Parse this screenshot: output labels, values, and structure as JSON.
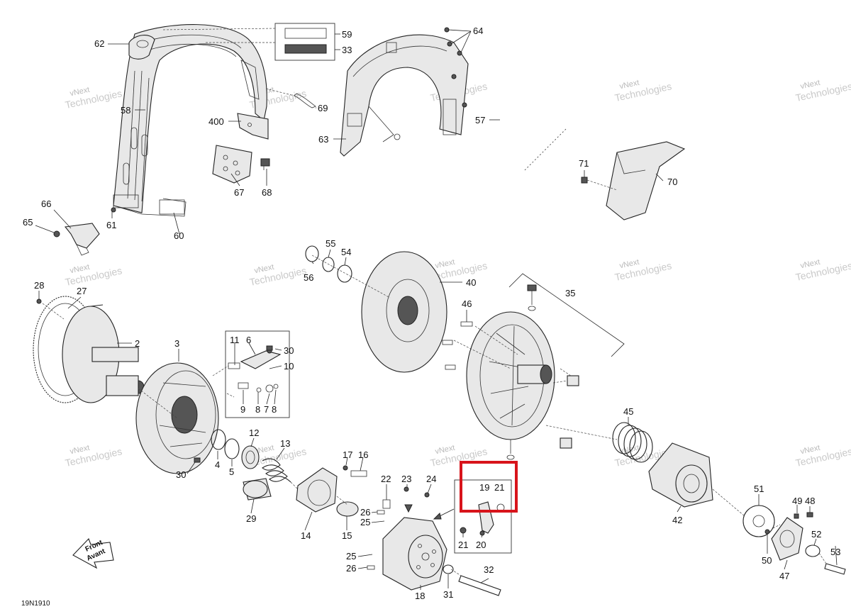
{
  "document_id": "19N1910",
  "watermark": [
    "vNext",
    "Technologies"
  ],
  "direction_arrow": {
    "line1": "Front",
    "line2": "Avant"
  },
  "callouts": {
    "c2": "2",
    "c3": "3",
    "c4": "4",
    "c5": "5",
    "c6": "6",
    "c7": "7",
    "c8a": "8",
    "c8b": "8",
    "c9": "9",
    "c10": "10",
    "c11": "11",
    "c12": "12",
    "c13": "13",
    "c14": "14",
    "c15": "15",
    "c16": "16",
    "c17": "17",
    "c18": "18",
    "c19": "19",
    "c20": "20",
    "c21a": "21",
    "c21b": "21",
    "c22": "22",
    "c23": "23",
    "c24": "24",
    "c25a": "25",
    "c25b": "25",
    "c26a": "26",
    "c26b": "26",
    "c27": "27",
    "c28": "28",
    "c29": "29",
    "c30a": "30",
    "c30b": "30",
    "c31": "31",
    "c32": "32",
    "c33": "33",
    "c35": "35",
    "c40": "40",
    "c42": "42",
    "c45": "45",
    "c46": "46",
    "c47": "47",
    "c48": "48",
    "c49": "49",
    "c50": "50",
    "c51": "51",
    "c52": "52",
    "c53": "53",
    "c54": "54",
    "c55": "55",
    "c56": "56",
    "c57": "57",
    "c58": "58",
    "c59": "59",
    "c60": "60",
    "c61": "61",
    "c62": "62",
    "c63": "63",
    "c64": "64",
    "c65": "65",
    "c66": "66",
    "c67": "67",
    "c68": "68",
    "c69": "69",
    "c70": "70",
    "c71": "71",
    "c400": "400"
  },
  "highlight": {
    "color": "#d8141b",
    "parts": [
      "19",
      "21"
    ]
  }
}
